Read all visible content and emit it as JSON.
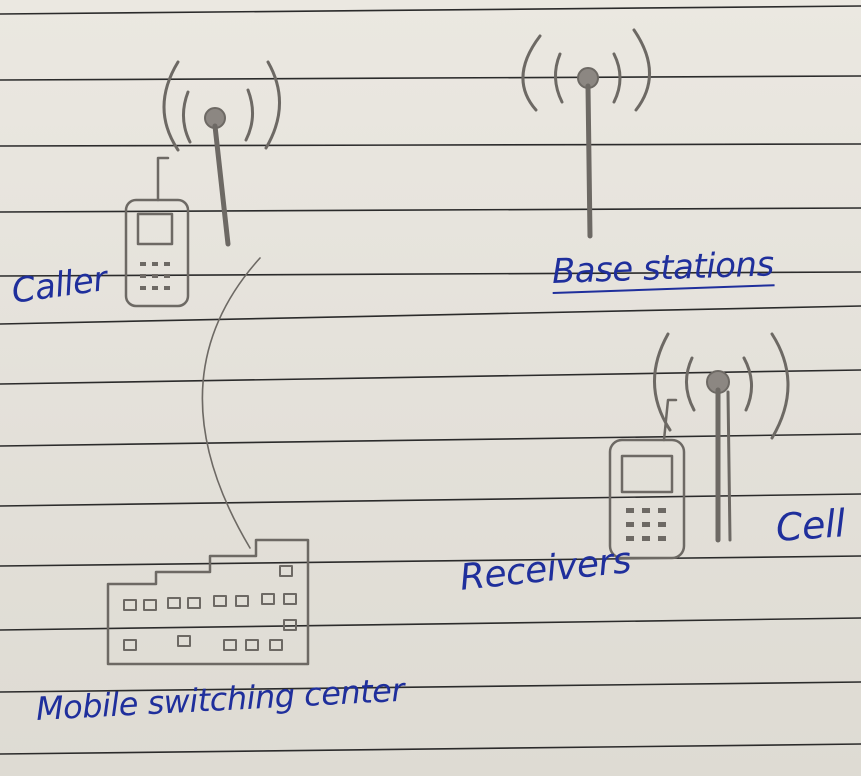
{
  "diagram": {
    "labels": {
      "caller": "Caller",
      "base_stations": "Base stations",
      "cell": "Cell",
      "receivers": "Receivers",
      "mobile_switching_center": "Mobile switching center"
    },
    "colors": {
      "ink": "#1f2f9c",
      "pencil": "#6d6964",
      "rule_lines": "#2b2b2b",
      "paper": "#e6e3dc"
    },
    "icons": [
      "antenna-icon",
      "mobile-phone-icon",
      "building-icon"
    ]
  }
}
